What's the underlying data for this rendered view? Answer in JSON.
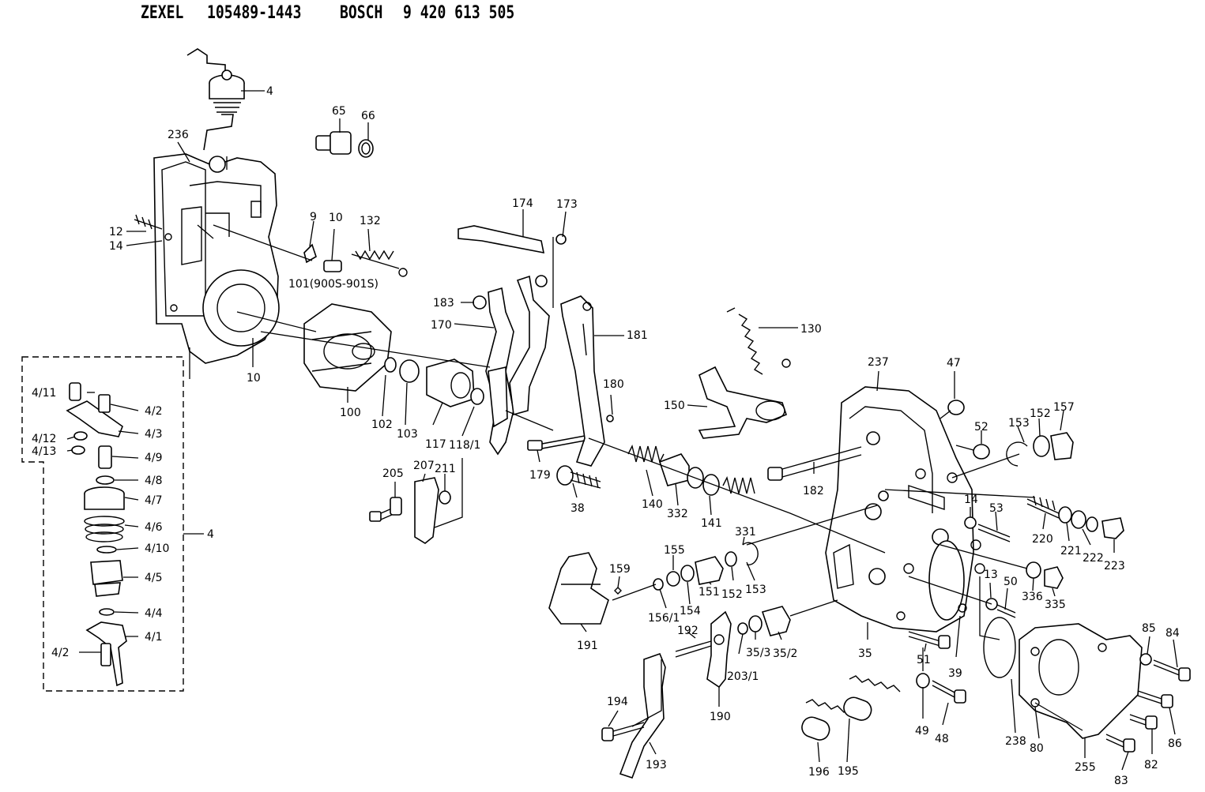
{
  "header": {
    "brand1": "ZEXEL",
    "part1": "105489-1443",
    "brand2": "BOSCH",
    "part2": "9 420 613 505"
  },
  "labels": [
    "4",
    "236",
    "65",
    "66",
    "12",
    "14",
    "9",
    "10",
    "132",
    "101(900S-901S)",
    "10",
    "183",
    "174",
    "173",
    "170",
    "181",
    "130",
    "100",
    "102",
    "103",
    "117",
    "118/1",
    "180",
    "150",
    "237",
    "47",
    "152",
    "157",
    "153",
    "52",
    "4/11",
    "4/2",
    "4/3",
    "4/12",
    "4/13",
    "4/9",
    "4/8",
    "4/7",
    "4/6",
    "4/10",
    "4/5",
    "4/4",
    "4/1",
    "4/2",
    "4",
    "205",
    "207",
    "211",
    "179",
    "38",
    "140",
    "332",
    "141",
    "331",
    "182",
    "14",
    "53",
    "220",
    "221",
    "222",
    "223",
    "155",
    "159",
    "156/1",
    "154",
    "151",
    "152",
    "153",
    "13",
    "50",
    "336",
    "335",
    "191",
    "192",
    "35",
    "35/3",
    "35/2",
    "51",
    "39",
    "203/1",
    "190",
    "194",
    "193",
    "196",
    "195",
    "49",
    "48",
    "238",
    "80",
    "255",
    "85",
    "84",
    "86",
    "82",
    "83"
  ]
}
